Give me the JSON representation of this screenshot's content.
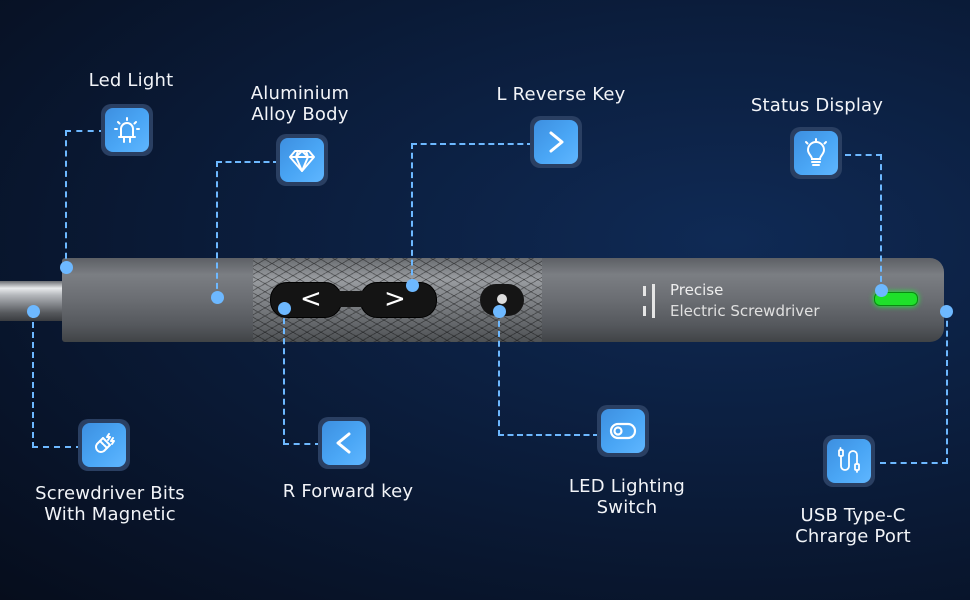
{
  "device": {
    "brand_line1": "Precise",
    "brand_line2": "Electric Screwdriver",
    "left_key_glyph": "<",
    "right_key_glyph": ">",
    "status_led_color": "#1fe02a"
  },
  "callouts": [
    {
      "id": "led-light",
      "label": "Led Light",
      "icon": "led-light-icon"
    },
    {
      "id": "aluminium-alloy-body",
      "label_line1": "Aluminium",
      "label_line2": "Alloy Body",
      "icon": "diamond-icon"
    },
    {
      "id": "l-reverse-key",
      "label": "L Reverse Key",
      "icon": "chevron-right-icon"
    },
    {
      "id": "status-display",
      "label": "Status Display",
      "icon": "lightbulb-icon"
    },
    {
      "id": "screwdriver-bits",
      "label_line1": "Screwdriver Bits",
      "label_line2": "With Magnetic",
      "icon": "magnet-icon"
    },
    {
      "id": "r-forward-key",
      "label": "R Forward key",
      "icon": "chevron-left-icon"
    },
    {
      "id": "led-lighting-switch",
      "label_line1": "LED Lighting",
      "label_line2": "Switch",
      "icon": "toggle-switch-icon"
    },
    {
      "id": "usb-type-c",
      "label_line1": "USB Type-C",
      "label_line2": "Chrarge Port",
      "icon": "usb-cable-icon"
    }
  ],
  "colors": {
    "accent": "#4aa6f5",
    "connector": "#6db8ff",
    "background": "#0b1d3c"
  }
}
